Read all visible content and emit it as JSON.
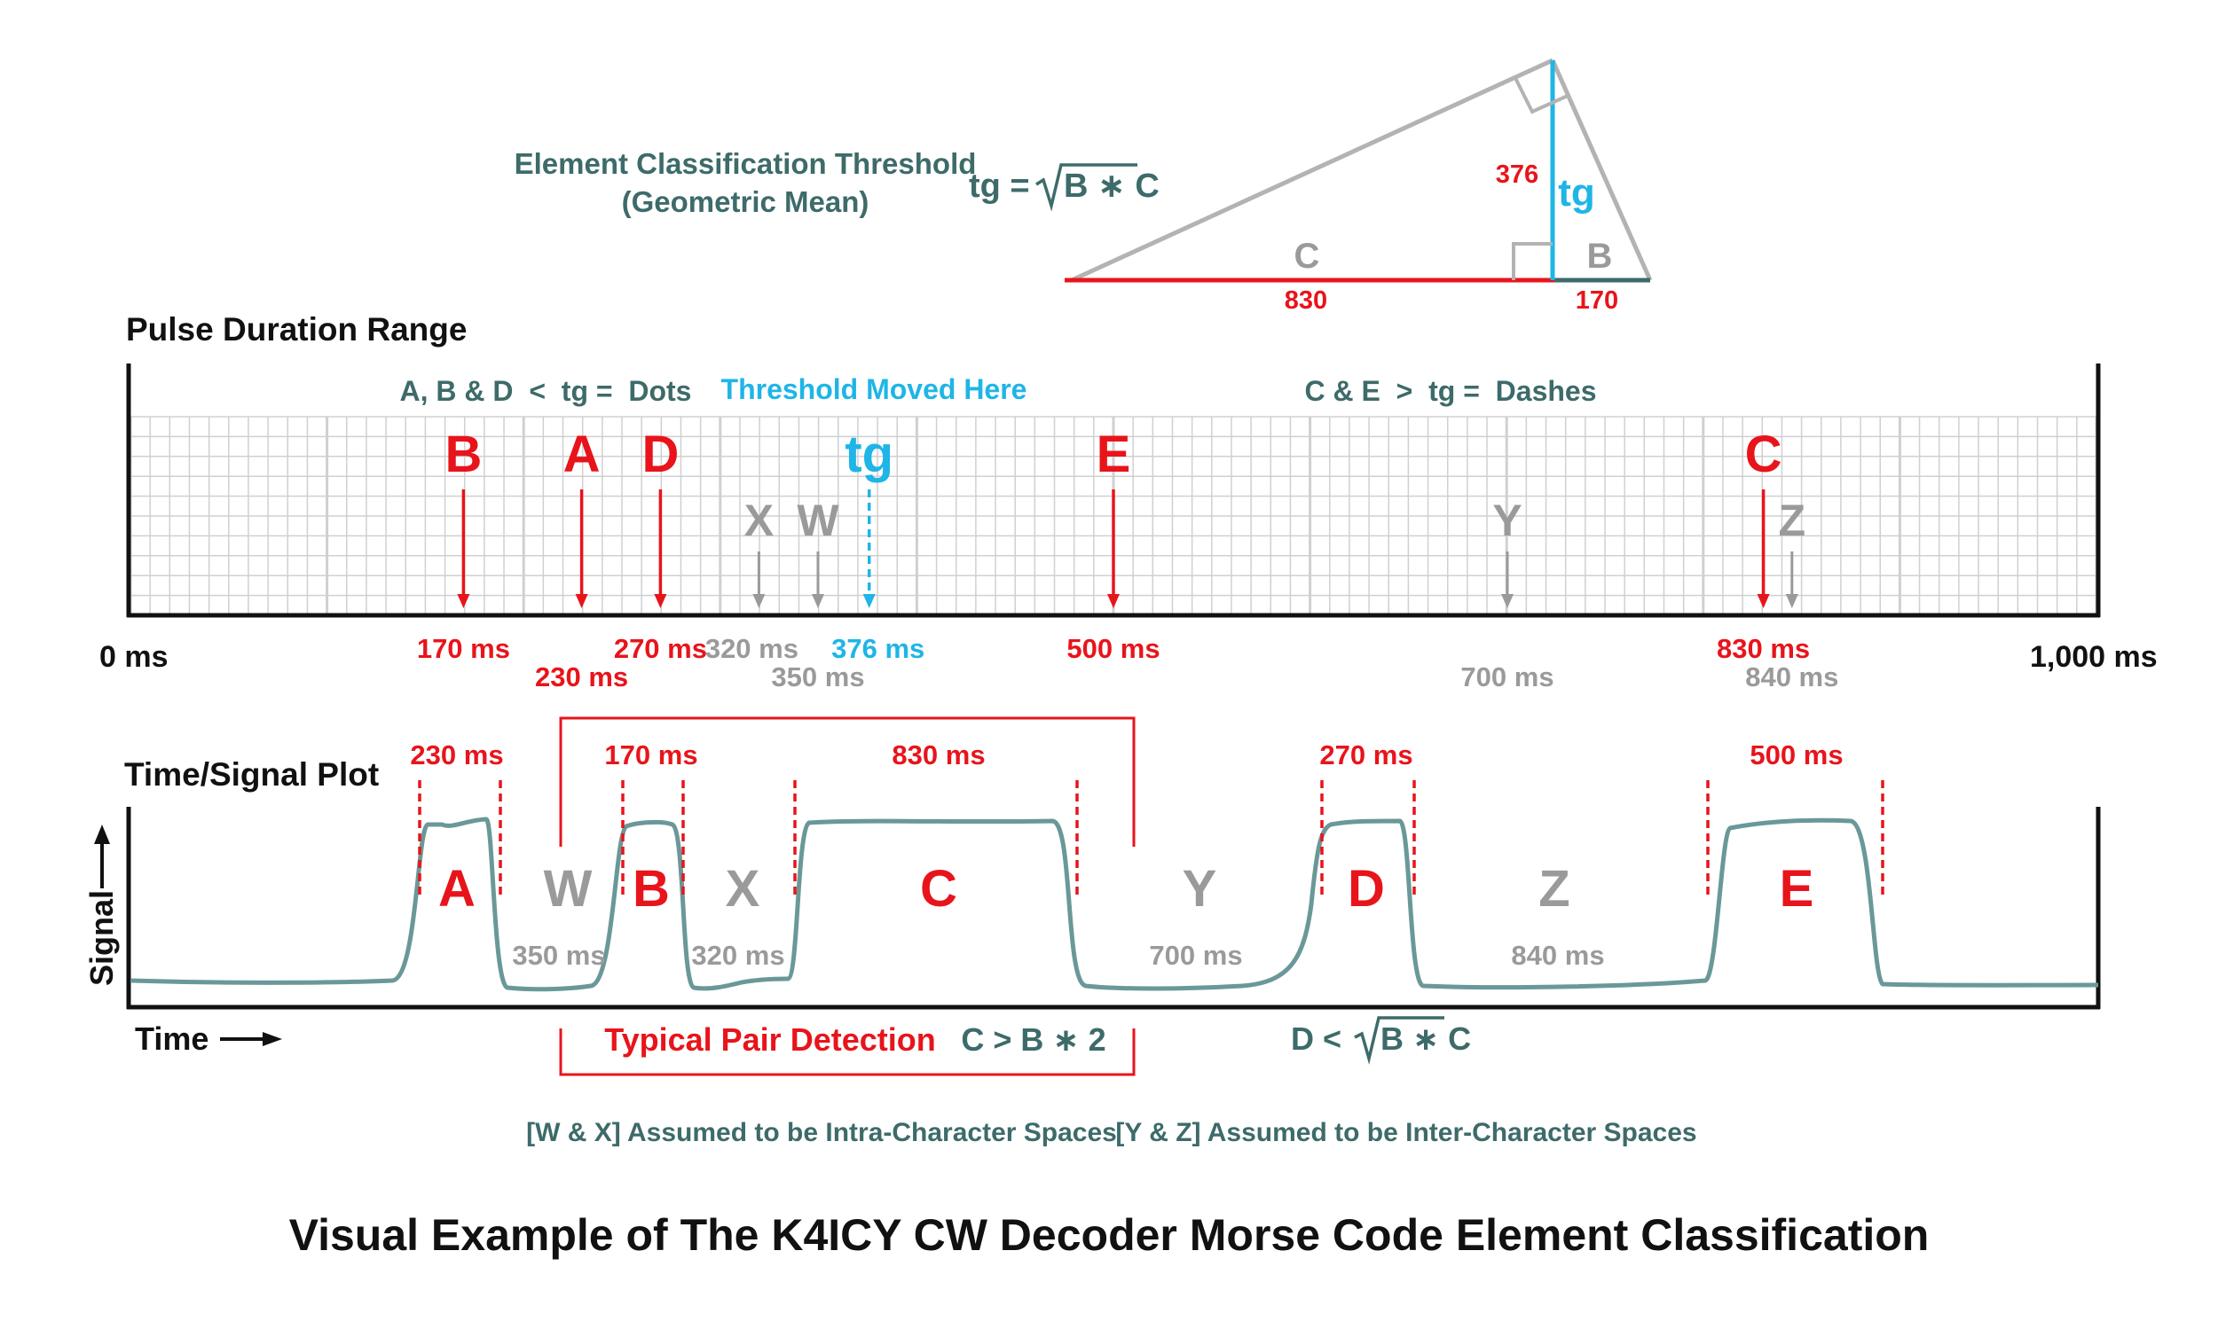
{
  "colors": {
    "red": "#e8141b",
    "teal": "#3d6b6a",
    "gray": "#9a9a9a",
    "cyan": "#1fb5e6",
    "triangle": "#b3b3b3",
    "grid": "#d0d0d0",
    "black": "#111111",
    "signal": "#6a9898"
  },
  "triangle": {
    "title_line1": "Element Classification Threshold",
    "title_line2": "(Geometric Mean)",
    "formula_left": "tg =",
    "formula_radicand": "B ∗ C",
    "label_c": "C",
    "label_b": "B",
    "label_tg": "tg",
    "value_c": "830",
    "value_b": "170",
    "value_tg": "376"
  },
  "range": {
    "heading": "Pulse Duration Range",
    "dots_text": "A, B & D  <  tg =  Dots",
    "threshold_text": "Threshold Moved Here",
    "dashes_text": "C & E  >  tg =  Dashes",
    "axis_start": "0 ms",
    "axis_end": "1,000 ms",
    "markers": [
      {
        "letter": "B",
        "ms": 170,
        "label": "170 ms",
        "kind": "element",
        "label_row": 0
      },
      {
        "letter": "A",
        "ms": 230,
        "label": "230 ms",
        "kind": "element",
        "label_row": 1
      },
      {
        "letter": "D",
        "ms": 270,
        "label": "270 ms",
        "kind": "element",
        "label_row": 0
      },
      {
        "letter": "X",
        "ms": 320,
        "label": "320 ms",
        "kind": "space",
        "label_row": 0
      },
      {
        "letter": "W",
        "ms": 350,
        "label": "350 ms",
        "kind": "space",
        "label_row": 1
      },
      {
        "letter": "tg",
        "ms": 376,
        "label": "376 ms",
        "kind": "threshold",
        "label_row": 0
      },
      {
        "letter": "E",
        "ms": 500,
        "label": "500 ms",
        "kind": "element",
        "label_row": 0
      },
      {
        "letter": "Y",
        "ms": 700,
        "label": "700 ms",
        "kind": "space",
        "label_row": 1
      },
      {
        "letter": "C",
        "ms": 830,
        "label": "830 ms",
        "kind": "element",
        "label_row": 0
      },
      {
        "letter": "Z",
        "ms": 840,
        "label": "840 ms",
        "kind": "space",
        "label_row": 1
      }
    ]
  },
  "plot": {
    "heading": "Time/Signal Plot",
    "y_axis_label": "Signal",
    "x_axis_label": "Time",
    "elements": [
      {
        "letter": "A",
        "label": "230 ms"
      },
      {
        "letter": "B",
        "label": "170 ms"
      },
      {
        "letter": "C",
        "label": "830 ms"
      },
      {
        "letter": "D",
        "label": "270 ms"
      },
      {
        "letter": "E",
        "label": "500 ms"
      }
    ],
    "spaces": [
      {
        "letter": "W",
        "label": "350 ms"
      },
      {
        "letter": "X",
        "label": "320 ms"
      },
      {
        "letter": "Y",
        "label": "700 ms"
      },
      {
        "letter": "Z",
        "label": "840 ms"
      }
    ],
    "pair_text": "Typical Pair Detection",
    "pair_formula": "C > B ∗ 2",
    "d_formula_left": "D <",
    "d_formula_radicand": "B ∗ C"
  },
  "notes": {
    "intra": "[W & X] Assumed to be Intra-Character Spaces",
    "inter": "[Y & Z] Assumed to be Inter-Character Spaces"
  },
  "title": "Visual Example of The K4ICY CW Decoder Morse Code Element Classification"
}
